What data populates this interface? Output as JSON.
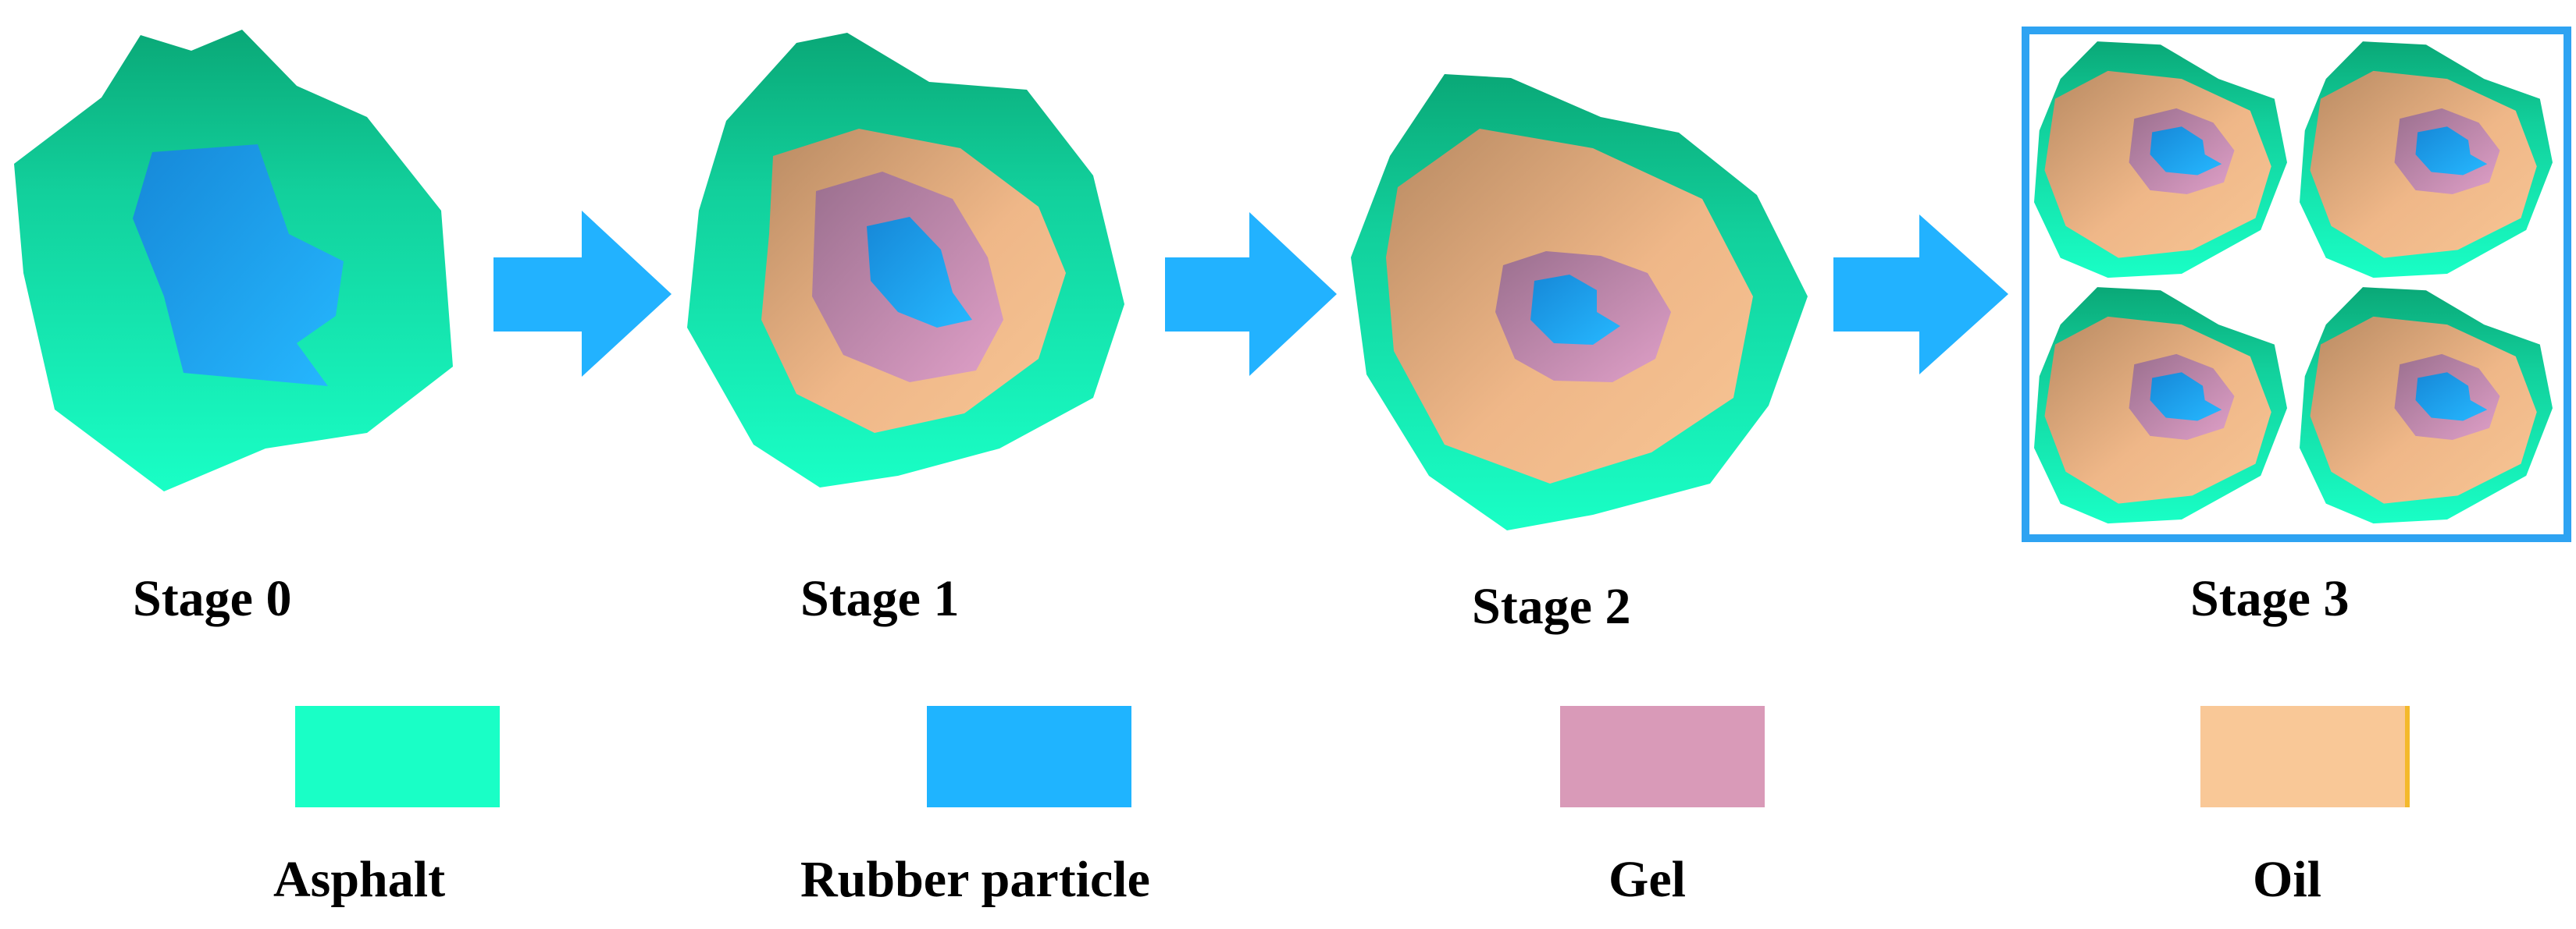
{
  "stages": [
    {
      "label": "Stage 0"
    },
    {
      "label": "Stage 1"
    },
    {
      "label": "Stage 2"
    },
    {
      "label": "Stage 3"
    }
  ],
  "legend": [
    {
      "label": "Asphalt",
      "color": "#19ffc6"
    },
    {
      "label": "Rubber particle",
      "color": "#1fb4ff"
    },
    {
      "label": "Gel",
      "color": "#d99ab8"
    },
    {
      "label": "Oil",
      "color": "#f9c897"
    }
  ],
  "colors": {
    "asphalt_top": "#0aa877",
    "asphalt_bottom": "#19ffc6",
    "rubber": "#1fa6ff",
    "gel": "#c88db8",
    "oil": "#f0b889",
    "arrow": "#22b2ff",
    "frame": "#2ea3f2"
  },
  "arrow_icon": "arrow-right-icon"
}
